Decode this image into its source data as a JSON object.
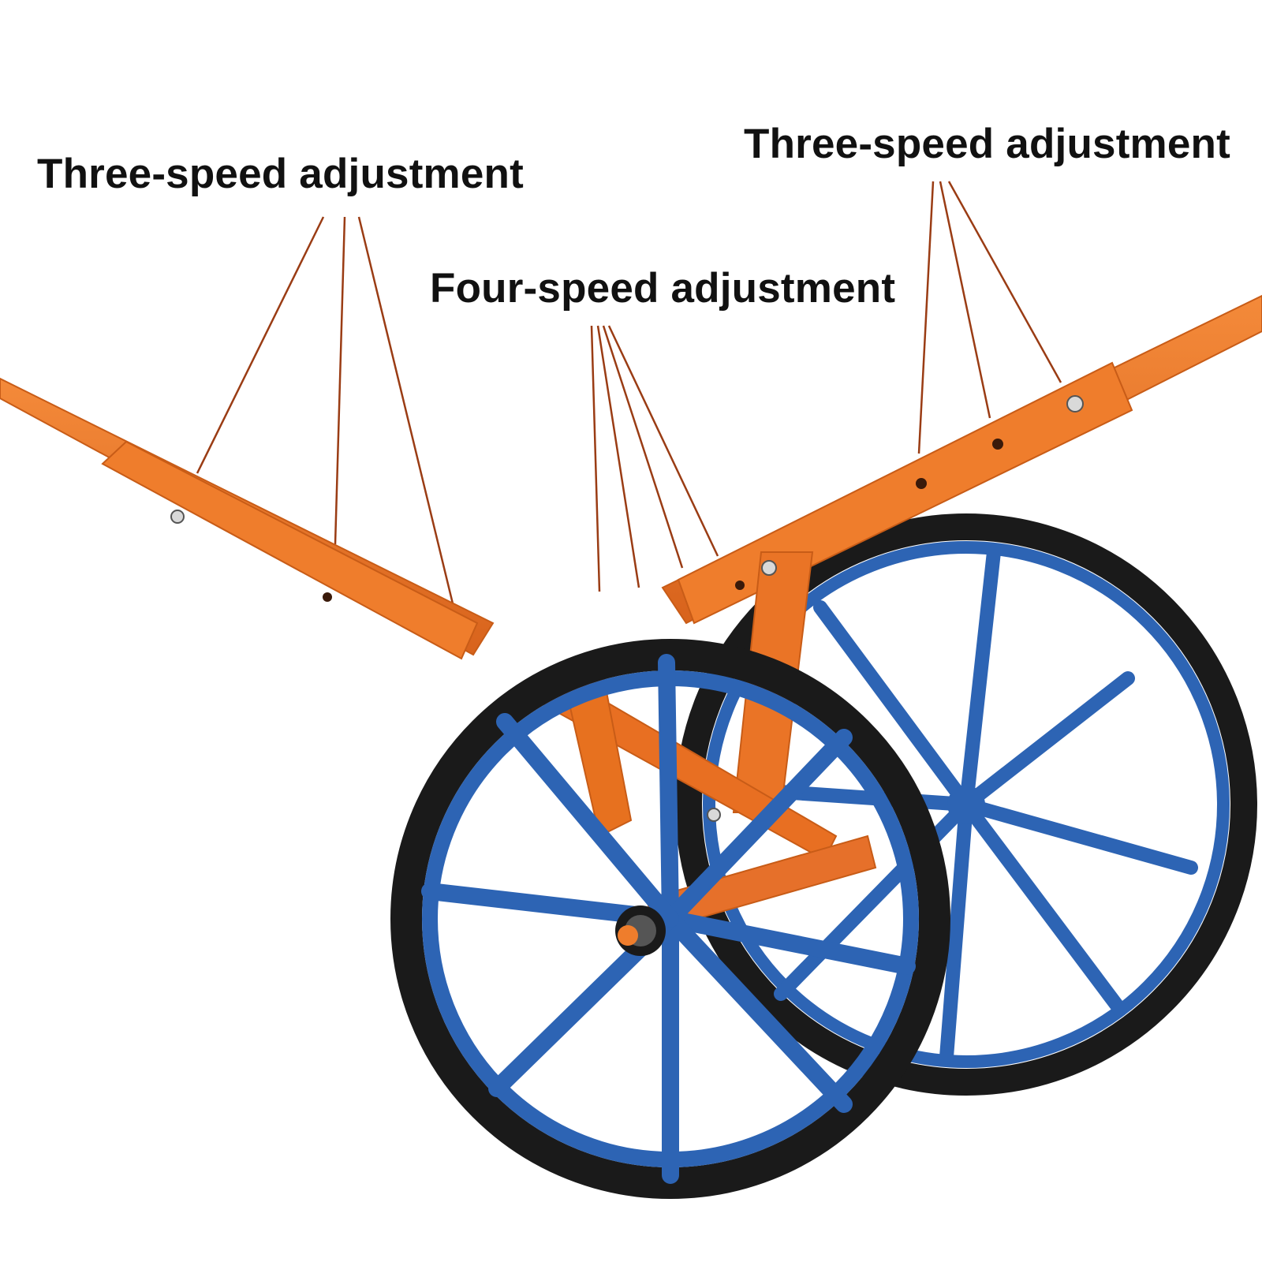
{
  "callouts": {
    "left": "Three-speed adjustment",
    "middle": "Four-speed adjustment",
    "right": "Three-speed adjustment"
  },
  "colors": {
    "frame": "#ee7a2a",
    "frame_dark": "#c85c17",
    "wheel_rim": "#2d64b4",
    "tire": "#1a1a1a",
    "leader_line": "#9a3c14",
    "hole": "#3a1a0a"
  },
  "objects": [
    "orange-handle-frame",
    "front-wheel",
    "rear-wheel",
    "adjustment-holes",
    "leader-lines"
  ]
}
